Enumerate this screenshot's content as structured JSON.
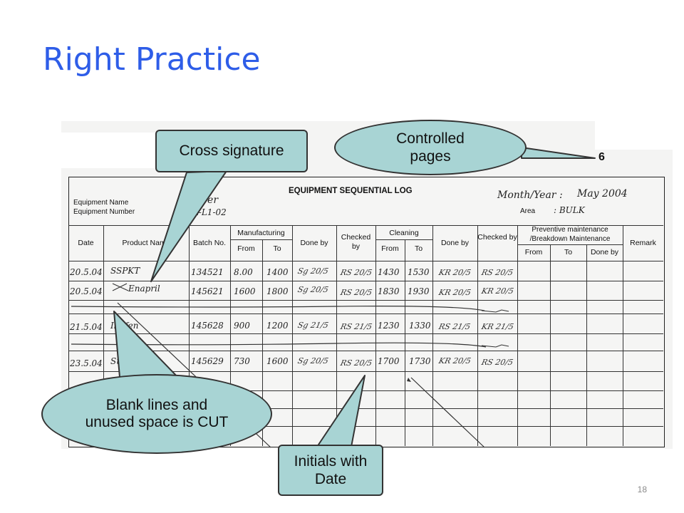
{
  "slide": {
    "title": "Right Practice",
    "number": "18"
  },
  "form": {
    "page_number": "6",
    "title": "EQUIPMENT SEQUENTIAL LOG",
    "equipment_name_label": "Equipment Name",
    "equipment_number_label": "Equipment Number",
    "equipment_name_value": "Blender",
    "equipment_number_value": "BL-L1-02",
    "month_year_label": "Month/Year :",
    "month_year_value": "May 2004",
    "area_label": "Area",
    "area_value": ": BULK",
    "headers": {
      "date": "Date",
      "product_name": "Product Name",
      "batch_no": "Batch No.",
      "manufacturing": "Manufacturing",
      "mfg_from": "From",
      "mfg_to": "To",
      "done_by_1": "Done by",
      "checked_by_1": "Checked by",
      "cleaning": "Cleaning",
      "clean_from": "From",
      "clean_to": "To",
      "done_by_2": "Done by",
      "checked_by_2": "Checked by",
      "pm_group": "Preventive maintenance /Breakdown Maintenance",
      "pm_from": "From",
      "pm_to": "To",
      "pm_done_by": "Done by",
      "remark": "Remark"
    },
    "rows": [
      {
        "date": "20.5.04",
        "product": "SSPKT",
        "batch": "134521",
        "mfg_from": "8.00",
        "mfg_to": "1400",
        "done": "Sg 20/5",
        "checked": "RS 20/5",
        "clean_from": "1430",
        "clean_to": "1530",
        "clean_done": "KR 20/5",
        "clean_checked": "RS 20/5"
      },
      {
        "date": "20.5.04",
        "product": "Enapril",
        "batch": "145621",
        "mfg_from": "1600",
        "mfg_to": "1800",
        "done": "Sg 20/5",
        "checked": "RS 20/5",
        "clean_from": "1830",
        "clean_to": "1930",
        "clean_done": "KR 20/5",
        "clean_checked": "KR 20/5"
      },
      {
        "date": "21.5.04",
        "product": "Ibufen",
        "batch": "145628",
        "mfg_from": "900",
        "mfg_to": "1200",
        "done": "Sg 21/5",
        "checked": "RS 21/5",
        "clean_from": "1230",
        "clean_to": "1330",
        "clean_done": "RS 21/5",
        "clean_checked": "KR 21/5"
      },
      {
        "date": "23.5.04",
        "product": "Sulfam.",
        "batch": "145629",
        "mfg_from": "730",
        "mfg_to": "1600",
        "done": "Sg 20/5",
        "checked": "RS 20/5",
        "clean_from": "1700",
        "clean_to": "1730",
        "clean_done": "KR 20/5",
        "clean_checked": "RS 20/5"
      }
    ]
  },
  "callouts": {
    "cross_signature": "Cross signature",
    "controlled_pages": "Controlled pages",
    "blank_lines": "Blank lines and unused space is CUT",
    "initials": "Initials with Date"
  },
  "colors": {
    "title": "#2e5de8",
    "callout_fill": "#a8d4d4"
  }
}
